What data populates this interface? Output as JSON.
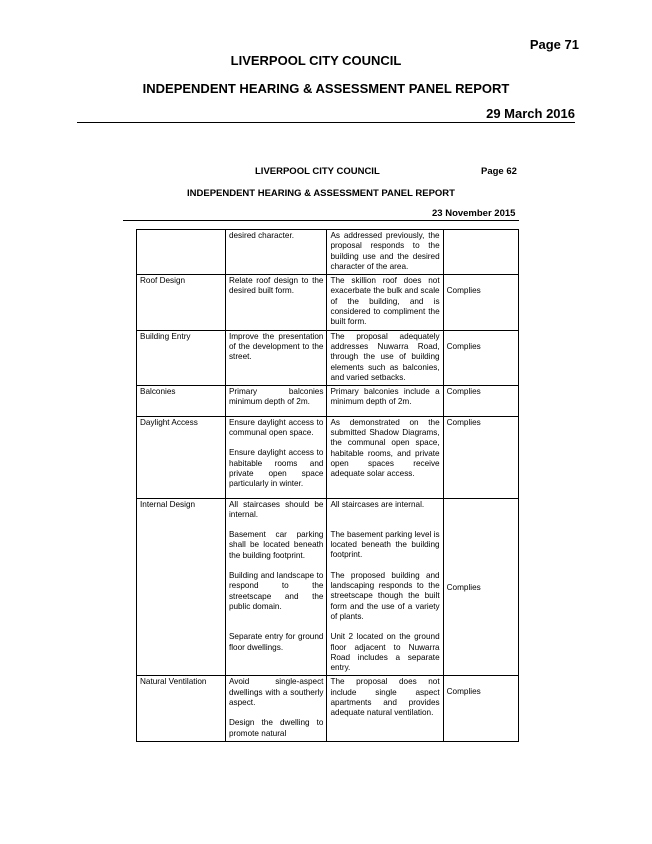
{
  "header": {
    "page": "Page 71",
    "council": "LIVERPOOL CITY COUNCIL",
    "report": "INDEPENDENT HEARING & ASSESSMENT PANEL REPORT",
    "date": "29 March 2016"
  },
  "inner_header": {
    "council": "LIVERPOOL CITY COUNCIL",
    "page": "Page 62",
    "report": "INDEPENDENT HEARING & ASSESSMENT PANEL REPORT",
    "date": "23 November 2015"
  },
  "rows": [
    {
      "topic": "",
      "control": [
        "desired character."
      ],
      "response": [
        "As addressed previously, the proposal responds to the building use and the desired character of the area."
      ],
      "result": ""
    },
    {
      "topic": "Roof Design",
      "control": [
        "Relate roof design to the desired built form."
      ],
      "response": [
        "The skillion roof does not exacerbate the bulk and scale of the building, and is considered to compliment the built form."
      ],
      "result": "Complies"
    },
    {
      "topic": "Building Entry",
      "control": [
        "Improve the presentation of the development to the street."
      ],
      "response": [
        "The proposal adequately addresses Nuwarra Road, through the use of building elements such as balconies, and varied setbacks."
      ],
      "result": "Complies"
    },
    {
      "topic": "Balconies",
      "control": [
        "Primary balconies minimum depth of 2m."
      ],
      "response": [
        "Primary balconies include a minimum depth of 2m."
      ],
      "result": "Complies"
    },
    {
      "topic": "Daylight Access",
      "control": [
        "Ensure daylight access to communal open space.",
        "Ensure daylight access to habitable rooms and private open space particularly in winter."
      ],
      "response": [
        "As demonstrated on the submitted Shadow Diagrams, the communal open space, habitable rooms, and private open spaces receive adequate solar access."
      ],
      "result": "Complies"
    },
    {
      "topic": "Internal Design",
      "control": [
        "All staircases should be internal.",
        "Basement car parking shall be located beneath the building footprint.",
        "Building and landscape to respond to the streetscape and the public domain.",
        "Separate entry for ground floor dwellings."
      ],
      "response": [
        "All staircases are internal.",
        "The basement parking level is located beneath the building footprint.",
        "The proposed building and landscaping responds to the streetscape though the built form and the use of a variety of plants.",
        "Unit 2 located on the ground floor adjacent to Nuwarra Road includes a separate entry."
      ],
      "result": "Complies"
    },
    {
      "topic": "Natural Ventilation",
      "control": [
        "Avoid single-aspect dwellings with a southerly aspect.",
        "Design the dwelling to promote natural"
      ],
      "response": [
        "The proposal does not include single aspect apartments and provides adequate natural ventilation."
      ],
      "result": "Complies"
    }
  ]
}
